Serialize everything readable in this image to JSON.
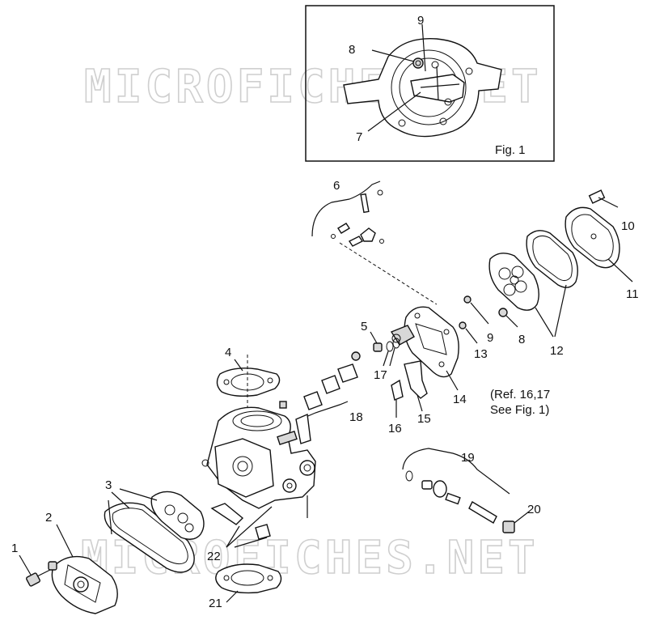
{
  "figure_box": {
    "caption": "Fig. 1"
  },
  "watermarks": [
    "MICROFICHES.NET",
    "MICROFICHES.NET"
  ],
  "note": {
    "line1": "(Ref. 16,17",
    "line2": "See Fig. 1)"
  },
  "callouts": [
    {
      "id": "c9a",
      "text": "9"
    },
    {
      "id": "c8a",
      "text": "8"
    },
    {
      "id": "c7",
      "text": "7"
    },
    {
      "id": "c6",
      "text": "6"
    },
    {
      "id": "c10",
      "text": "10"
    },
    {
      "id": "c11",
      "text": "11"
    },
    {
      "id": "c12",
      "text": "12"
    },
    {
      "id": "c9b",
      "text": "9"
    },
    {
      "id": "c8b",
      "text": "8"
    },
    {
      "id": "c13",
      "text": "13"
    },
    {
      "id": "c5",
      "text": "5"
    },
    {
      "id": "c17",
      "text": "17"
    },
    {
      "id": "c14",
      "text": "14"
    },
    {
      "id": "c4",
      "text": "4"
    },
    {
      "id": "c18",
      "text": "18"
    },
    {
      "id": "c16",
      "text": "16"
    },
    {
      "id": "c15",
      "text": "15"
    },
    {
      "id": "c19",
      "text": "19"
    },
    {
      "id": "c3",
      "text": "3"
    },
    {
      "id": "c2",
      "text": "2"
    },
    {
      "id": "c20",
      "text": "20"
    },
    {
      "id": "c1",
      "text": "1"
    },
    {
      "id": "c22",
      "text": "22"
    },
    {
      "id": "c21",
      "text": "21"
    }
  ]
}
